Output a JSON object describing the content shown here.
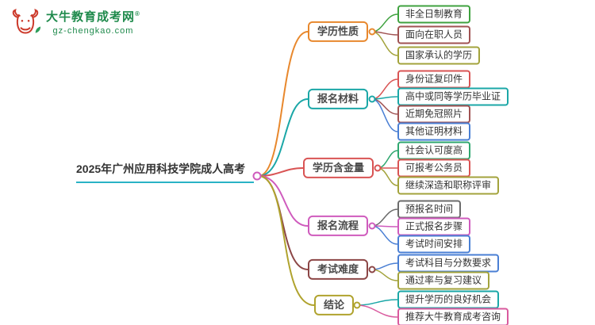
{
  "logo": {
    "title": "大牛教育成考网",
    "registered": "®",
    "subtitle": "gz-chengkao.com",
    "brand_color": "#1f8a4c",
    "icon_color": "#cc3a2b",
    "accent_color": "#2e9e5b"
  },
  "central": {
    "label": "2025年广州应用科技学院成人高考",
    "underline_color": "#2ab3c5",
    "hub_color": "#cf5bbd"
  },
  "branches": [
    {
      "label": "学历性质",
      "color": "#e8882d",
      "children": [
        {
          "label": "非全日制教育",
          "color": "#3fa23f"
        },
        {
          "label": "面向在职人员",
          "color": "#a05252"
        },
        {
          "label": "国家承认的学历",
          "color": "#a3a33c"
        }
      ]
    },
    {
      "label": "报名材料",
      "color": "#1ba7a7",
      "children": [
        {
          "label": "身份证复印件",
          "color": "#d95454"
        },
        {
          "label": "高中或同等学历毕业证",
          "color": "#1ba7a7"
        },
        {
          "label": "近期免冠照片",
          "color": "#a05252"
        },
        {
          "label": "其他证明材料",
          "color": "#4a7fd4"
        }
      ]
    },
    {
      "label": "学历含金量",
      "color": "#d95454",
      "children": [
        {
          "label": "社会认可度高",
          "color": "#2fa76f"
        },
        {
          "label": "可报考公务员",
          "color": "#d95454"
        },
        {
          "label": "继续深造和职称评审",
          "color": "#a3a33c"
        }
      ]
    },
    {
      "label": "报名流程",
      "color": "#cf5bbd",
      "children": [
        {
          "label": "预报名时间",
          "color": "#6b6b6b"
        },
        {
          "label": "正式报名步骤",
          "color": "#cf5bbd"
        },
        {
          "label": "考试时间安排",
          "color": "#4a7fd4"
        }
      ]
    },
    {
      "label": "考试难度",
      "color": "#8c4646",
      "children": [
        {
          "label": "考试科目与分数要求",
          "color": "#4a7fd4"
        },
        {
          "label": "通过率与复习建议",
          "color": "#a3a33c"
        }
      ]
    },
    {
      "label": "结论",
      "color": "#b0a32e",
      "children": [
        {
          "label": "提升学历的良好机会",
          "color": "#1ba7a7"
        },
        {
          "label": "推荐大牛教育成考咨询",
          "color": "#d95a9e"
        }
      ]
    }
  ]
}
